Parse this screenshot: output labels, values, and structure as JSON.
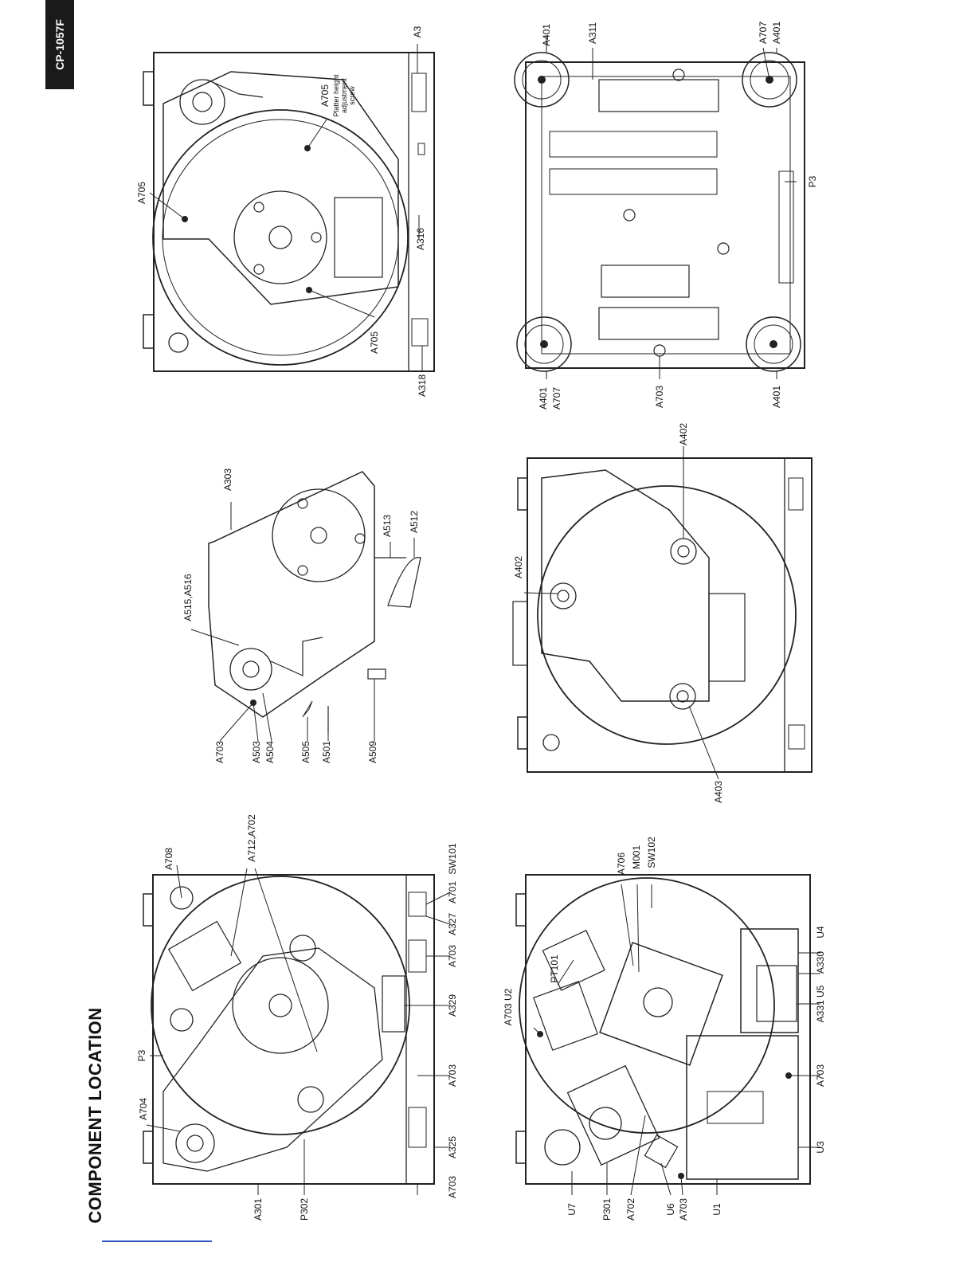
{
  "header": {
    "model": "CP-1057F"
  },
  "title": "COMPONENT LOCATION",
  "views": {
    "top_bottom_view": {
      "labels": [
        "A705",
        "A705",
        "A705",
        "A3",
        "A316",
        "A318"
      ],
      "note": [
        "Platter height",
        "adjustment",
        "screw"
      ]
    },
    "top_bottom_base": {
      "labels": [
        "A401",
        "A311",
        "A707",
        "A401",
        "P3",
        "A401",
        "A707",
        "A703",
        "A401"
      ]
    },
    "mid_tonearm": {
      "labels": [
        "A303",
        "A515,A516",
        "A513",
        "A512",
        "A703",
        "A503",
        "A504",
        "A505",
        "A501",
        "A509"
      ]
    },
    "mid_platter": {
      "labels": [
        "A402",
        "A402",
        "A403"
      ]
    },
    "bottom_cabinet": {
      "labels": [
        "A708",
        "A712,A702",
        "A704",
        "P3",
        "A301",
        "P302",
        "A703",
        "A325",
        "A703",
        "A329",
        "A703",
        "A327",
        "A701",
        "SW101"
      ]
    },
    "bottom_pcb": {
      "labels": [
        "PT101",
        "A706",
        "M001",
        "SW102",
        "A703 U2",
        "U7",
        "P301",
        "A702",
        "U6",
        "A703",
        "U1",
        "U3",
        "A703",
        "A331 U5",
        "A330",
        "U4"
      ]
    }
  }
}
